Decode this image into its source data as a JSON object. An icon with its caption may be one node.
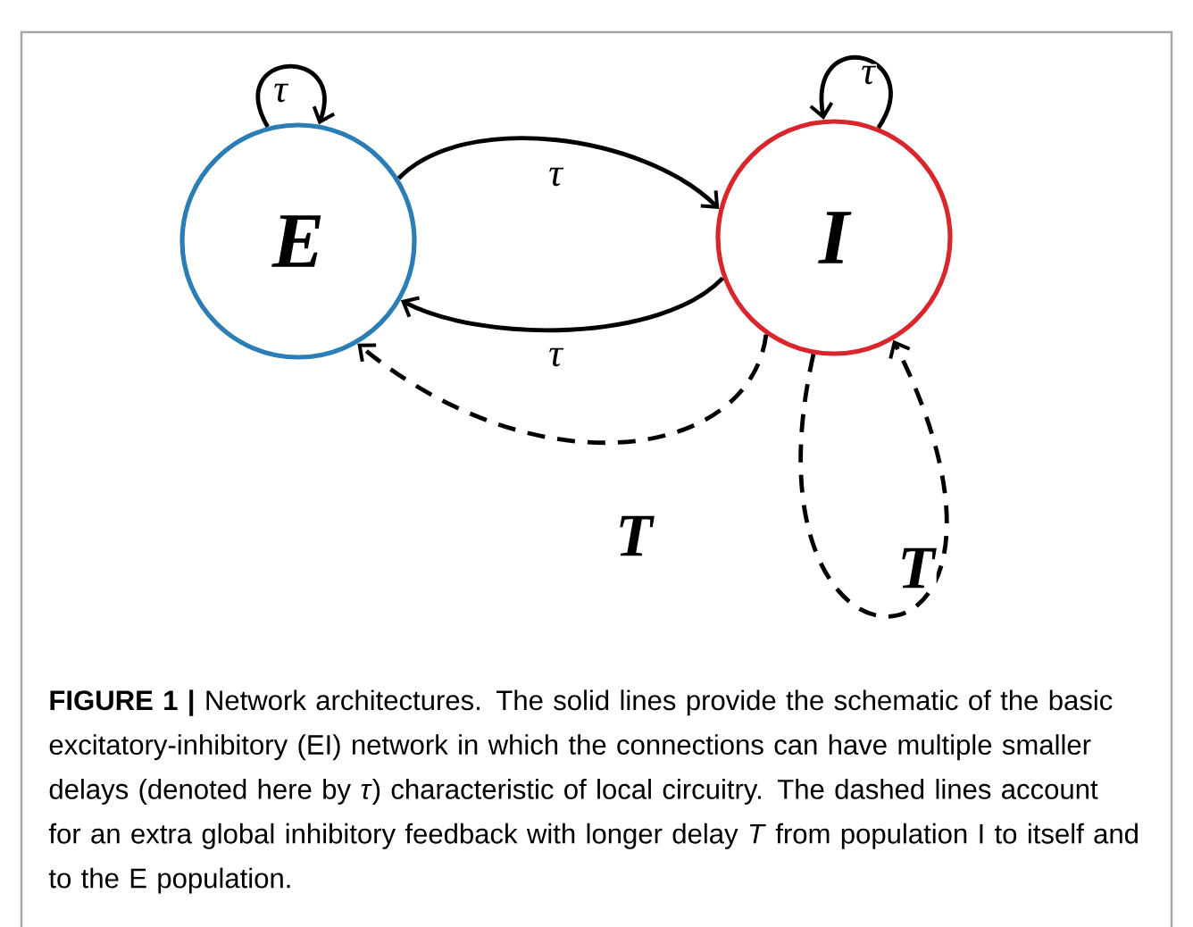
{
  "diagram": {
    "caption": "**FIGURE 1 |** Network architectures. The solid lines provide the schematic of the basic excitatory-inhibitory (EI) network in which the connections can have multiple smaller delays (denoted here by *τ*) characteristic of local circuitry. The dashed lines account for an extra global inhibitory feedback with longer delay *T* from population I to itself and to the E population.",
    "nodes": [
      {
        "text": [
          "E"
        ]
      },
      {
        "text": [
          "I"
        ]
      }
    ],
    "edges": [
      {
        "from": 0,
        "to": 0,
        "arrow": "to",
        "label": "τ"
      },
      {
        "from": 1,
        "to": 1,
        "arrow": "to",
        "label": "τ"
      },
      {
        "from": 0,
        "to": 1,
        "arrow": "to",
        "label": "τ"
      },
      {
        "from": 1,
        "to": 0,
        "arrow": "to",
        "label": "τ"
      },
      {
        "from": 1,
        "to": 0,
        "arrow": "to",
        "label": "T",
        "style": "dashed"
      },
      {
        "from": 1,
        "to": 1,
        "arrow": "to",
        "label": "T",
        "style": "dashed"
      }
    ]
  }
}
